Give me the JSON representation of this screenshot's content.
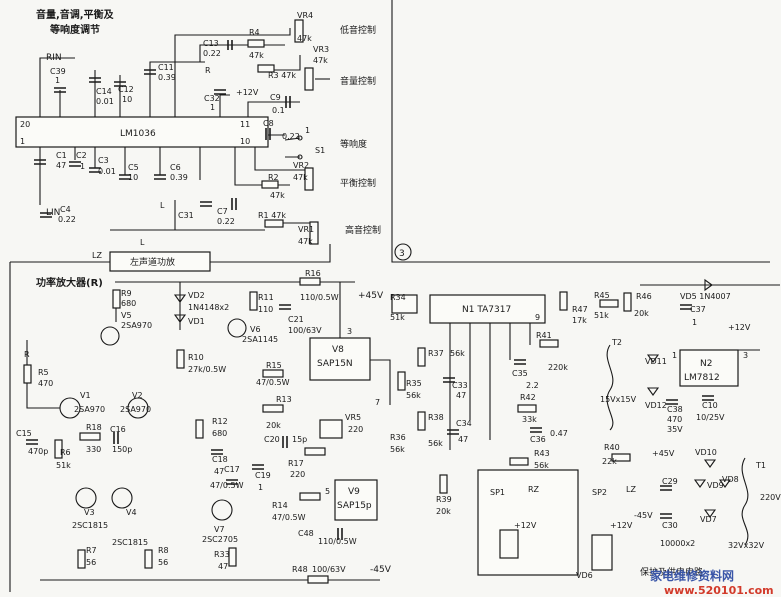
{
  "titles": {
    "tone_line1": "音量,音调,平衡及",
    "tone_line2": "等响度调节",
    "bass": "低音控制",
    "volume": "音量控制",
    "loudness": "等响度",
    "balance": "平衡控制",
    "treble": "高音控制",
    "left_amp": "左声道功放",
    "power_amp": "功率放大器(R)",
    "circle_num": "3",
    "protect": "保护及供电电路"
  },
  "ics": {
    "lm1036": "LM1036",
    "n1": "N1  TA7317",
    "n2a": "N2",
    "n2b": "LM7812",
    "v8a": "V8",
    "v8b": "SAP15N",
    "v9a": "V9",
    "v9b": "SAP15p"
  },
  "pins": {
    "p20": "20",
    "p1": "1",
    "p11": "11",
    "p10": "10",
    "p3": "3",
    "p7": "7",
    "p5": "5",
    "p9": "9",
    "n2_1": "1",
    "n2_3": "3",
    "s1_1": "1"
  },
  "labels_tone": {
    "rin": "RIN",
    "lin": "LIN",
    "r": "R",
    "l1": "L",
    "l2": "L",
    "lz": "LZ",
    "c39": "C39",
    "c39v": "1",
    "c14": "C14",
    "c14v": "0.01",
    "c12": "C12",
    "c12v": "10",
    "c11": "C11",
    "c11v": "0.39",
    "c13": "C13",
    "c13v": "0.22",
    "r4": "R4",
    "r4v": "47k",
    "vr4": "VR4",
    "vr4v": "47k",
    "vr3": "VR3",
    "vr3v": "47k",
    "r3": "R3  47k",
    "c32": "C32",
    "c32v": "1",
    "v12": "+12V",
    "c9": "C9",
    "c9v": "0.1",
    "c8": "C8",
    "c8v": "0.22",
    "s1": "S1",
    "c1": "C1",
    "c1v": "47",
    "c2": "C2",
    "c2v": "1",
    "c3": "C3",
    "c3v": "0.01",
    "c5": "C5",
    "c5v": "10",
    "c6": "C6",
    "c6v": "0.39",
    "vr2": "VR2",
    "vr2v": "47k",
    "r2": "R2",
    "r2v": "47k",
    "c4": "C4",
    "c4v": "0.22",
    "c31": "C31",
    "c7": "C7",
    "c7v": "0.22",
    "r1": "R1  47k",
    "vr1": "VR1",
    "vr1v": "47k"
  },
  "labels_amp": {
    "r9": "R9",
    "r9v": "680",
    "v5": "V5",
    "v5p": "2SA970",
    "vd2": "VD2",
    "vd2p": "1N4148x2",
    "vd1": "VD1",
    "r11": "R11",
    "r11v": "110",
    "r16": "R16",
    "r16v": "110/0.5W",
    "plus45": "+45V",
    "c21": "C21",
    "c21v": "100/63V",
    "v6": "V6",
    "v6p": "2SA1145",
    "r10": "R10",
    "r10v": "27k/0.5W",
    "r15": "R15",
    "r15v": "47/0.5W",
    "r5": "R5",
    "r5v": "470",
    "rr": "R",
    "v1": "V1",
    "v1p": "2SA970",
    "v2": "V2",
    "v2p": "2SA970",
    "c15": "C15",
    "c15v": "470p",
    "r18": "R18",
    "r18v": "330",
    "c16": "C16",
    "c16v": "150p",
    "r6": "R6",
    "r6v": "51k",
    "r12": "R12",
    "r12v": "680",
    "c18": "C18",
    "c18v": "47",
    "r13": "R13",
    "r13v": "20k",
    "c20": "C20",
    "c20v": "15p",
    "vr5": "VR5",
    "vr5v": "220",
    "r17": "R17",
    "r17v": "220",
    "c17": "C17",
    "c17v": "47/0.5W",
    "c19": "C19",
    "c19v": "1",
    "r14": "R14",
    "r14v": "47/0.5W",
    "c48": "C48",
    "c48v": "110/0.5W",
    "v3": "V3",
    "v3p": "2SC1815",
    "v4": "V4",
    "v4p": "2SC1815",
    "r7": "R7",
    "r7v": "56",
    "r8": "R8",
    "r8v": "56",
    "v7": "V7",
    "v7p": "2SC2705",
    "r33": "R33",
    "r33v": "47",
    "r48": "R48",
    "r48v": "100/63V",
    "minus45": "-45V"
  },
  "labels_prot": {
    "r34": "R34",
    "r34v": "51k",
    "r35": "R35",
    "r35v": "56k",
    "r37": "R37",
    "r37v": "56k",
    "c33": "C33",
    "c33v": "47",
    "r38": "R38",
    "r38v": "56k",
    "c34": "C34",
    "c34v": "47",
    "r36": "R36",
    "r36v": "56k",
    "r39": "R39",
    "r39v": "20k",
    "r47": "R47",
    "r47v": "17k",
    "r41": "R41",
    "r41v": "220k",
    "c35": "C35",
    "c35v": "2.2",
    "r42": "R42",
    "r42v": "33k",
    "c36": "C36",
    "c36v": "0.47",
    "r43": "R43",
    "r43v": "56k",
    "r45": "R45",
    "r45v": "51k",
    "r46": "R46",
    "r46v": "20k",
    "vd5": "VD5  1N4007",
    "c37": "C37",
    "c37v": "1",
    "t2": "T2",
    "vd11": "VD11",
    "vd12": "VD12",
    "t2v": "15Vx15V",
    "c38": "C38",
    "c38v1": "470",
    "c38v2": "35V",
    "c10": "C10",
    "c10v": "10/25V",
    "plus12": "+12V",
    "r40": "R40",
    "r40v": "22k",
    "plus45b": "+45V",
    "vd10": "VD10",
    "t1": "T1",
    "sp1": "SP1",
    "rz": "RZ",
    "sp2": "SP2",
    "lz": "LZ",
    "c29": "C29",
    "vd9": "VD9",
    "vd8": "VD8",
    "vd7": "VD7",
    "c30": "C30",
    "p12a": "+12V",
    "p12b": "+12V",
    "m45": "-45V",
    "v220": "220V",
    "cap10000": "10000x2",
    "t1v": "32Vx32V",
    "vd6": "VD6"
  },
  "watermark": {
    "site_cn": "家电维修资料网",
    "url": "www.520101.com"
  }
}
